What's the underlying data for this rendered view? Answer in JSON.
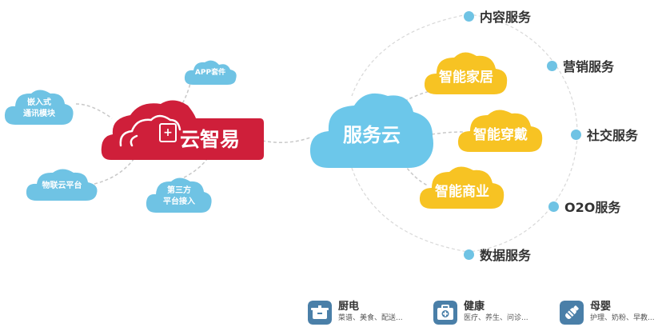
{
  "brand": {
    "name": "云智易",
    "color": "#cf1f3a"
  },
  "center_cloud": {
    "label": "服务云",
    "color": "#6cc7ea"
  },
  "left_nodes": [
    {
      "label": "APP套件"
    },
    {
      "label": "嵌入式\n通讯模块"
    },
    {
      "label": "物联云平台"
    },
    {
      "label": "第三方\n平台接入"
    }
  ],
  "yellow_nodes": [
    {
      "label": "智能家居"
    },
    {
      "label": "智能穿戴"
    },
    {
      "label": "智能商业"
    }
  ],
  "services": [
    {
      "label": "内容服务"
    },
    {
      "label": "营销服务"
    },
    {
      "label": "社交服务"
    },
    {
      "label": "O2O服务"
    },
    {
      "label": "数据服务"
    }
  ],
  "categories": [
    {
      "title": "厨电",
      "subtitle": "菜谱、美食、配送...",
      "icon": "pot-icon"
    },
    {
      "title": "健康",
      "subtitle": "医疗、养生、问诊...",
      "icon": "medical-kit-icon"
    },
    {
      "title": "母婴",
      "subtitle": "护理、奶粉、早教...",
      "icon": "baby-bottle-icon"
    }
  ],
  "colors": {
    "light_blue": "#6fc3e4",
    "yellow": "#f7c323",
    "icon_blue": "#4a7fa8",
    "line_gray": "#c8c8c8"
  }
}
